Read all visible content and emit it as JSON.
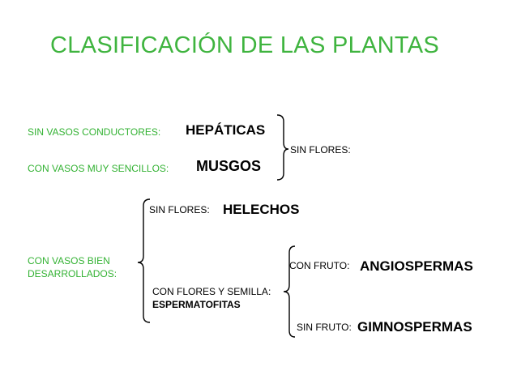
{
  "title": "CLASIFICACIÓN DE LAS PLANTAS",
  "colors": {
    "accent": "#33b233"
  },
  "row1": {
    "label": "SIN VASOS CONDUCTORES:",
    "value": "HEPÁTICAS"
  },
  "row2": {
    "label": "CON VASOS MUY SENCILLOS:",
    "value": "MUSGOS"
  },
  "group1_label": "SIN FLORES:",
  "vascular": {
    "label_line1": "CON VASOS BIEN",
    "label_line2": "DESARROLLADOS:",
    "sin_flores": {
      "label": "SIN FLORES:",
      "value": "HELECHOS"
    },
    "con_flores": {
      "label": "CON FLORES Y SEMILLA:",
      "value": "ESPERMATOFITAS"
    },
    "con_fruto": {
      "label": "CON  FRUTO:",
      "value": "ANGIOSPERMAS"
    },
    "sin_fruto": {
      "label": "SIN FRUTO:",
      "value": "GIMNOSPERMAS"
    }
  }
}
